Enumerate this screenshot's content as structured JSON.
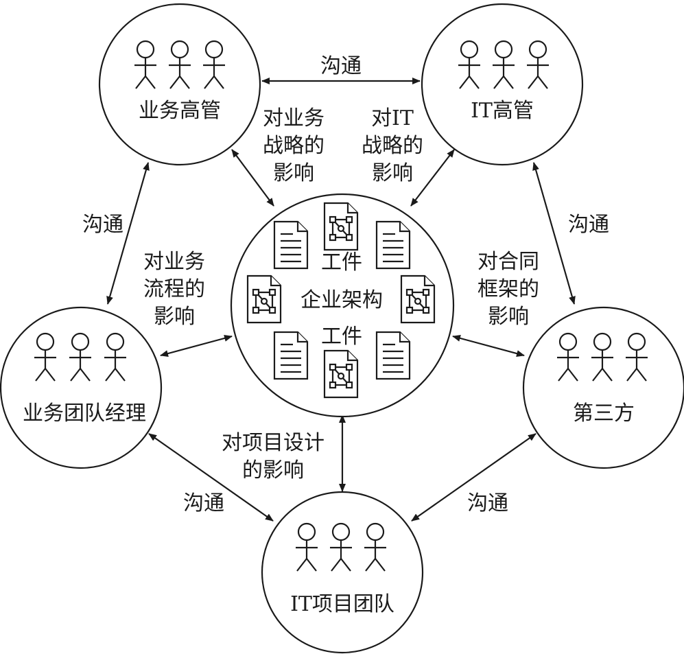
{
  "nodes": {
    "biz_exec": {
      "label": "业务高管"
    },
    "it_exec": {
      "label": "IT高管"
    },
    "biz_mgr": {
      "label": "业务团队经理"
    },
    "third_party": {
      "label": "第三方"
    },
    "it_team": {
      "label": "IT项目团队"
    },
    "center": {
      "label_lines": [
        "工件",
        "企业架构",
        "工件"
      ]
    }
  },
  "edges": {
    "top_comm": {
      "label": "沟通"
    },
    "left_comm": {
      "label": "沟通"
    },
    "right_comm": {
      "label": "沟通"
    },
    "bottom_left_comm": {
      "label": "沟通"
    },
    "bottom_right_comm": {
      "label": "沟通"
    },
    "biz_strategy": {
      "lines": [
        "对业务",
        "战略的",
        "影响"
      ]
    },
    "it_strategy": {
      "lines": [
        "对IT",
        "战略的",
        "影响"
      ]
    },
    "biz_process": {
      "lines": [
        "对业务",
        "流程的",
        "影响"
      ]
    },
    "contract": {
      "lines": [
        "对合同",
        "框架的",
        "影响"
      ]
    },
    "project_design": {
      "lines": [
        "对项目设计",
        "的影响"
      ]
    }
  },
  "icons": {
    "people": "stick-figure-icon",
    "text_doc": "text-document-icon",
    "diagram_doc": "diagram-document-icon"
  }
}
